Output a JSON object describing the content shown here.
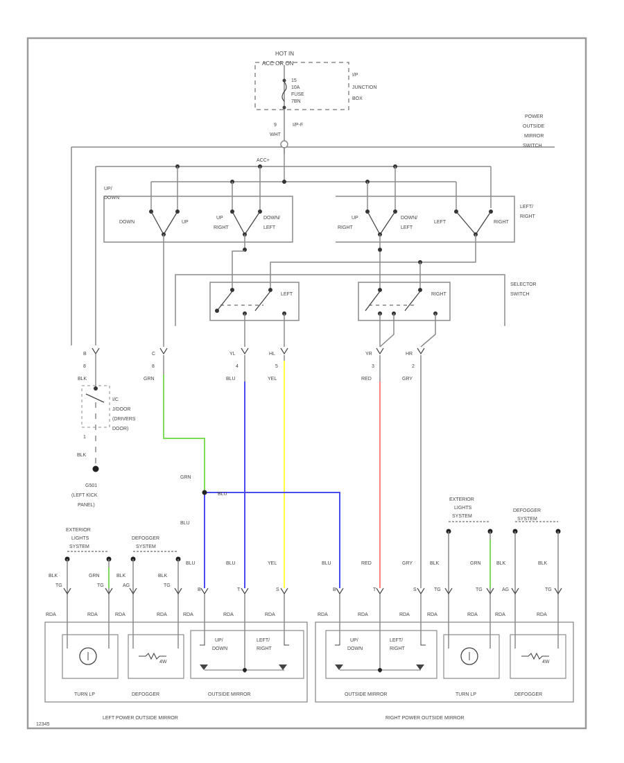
{
  "fuse": {
    "hot_label": "HOT IN",
    "acc_label": "ACC OR ON",
    "fuse_text": [
      "15",
      "10A",
      "FUSE",
      "7BN"
    ],
    "junction_text": [
      "I/P",
      "JUNCTION",
      "BOX"
    ],
    "connector": "I/P-F",
    "wire_pin": "9",
    "wire_color": "WHT"
  },
  "switch_title": [
    "POWER",
    "OUTSIDE",
    "MIRROR",
    "SWITCH"
  ],
  "acc_label": "ACC+",
  "up_down_switch": {
    "connector": "UP/",
    "connector2": "DOWN",
    "labels": [
      "DOWN",
      "UP",
      "UP",
      "RIGHT",
      "DOWN/",
      "LEFT"
    ]
  },
  "left_right_switch": {
    "labels": [
      "UP",
      "RIGHT",
      "DOWN/",
      "LEFT",
      "LEFT",
      "RIGHT",
      "LEFT/",
      "RIGHT"
    ]
  },
  "selector": {
    "title": [
      "SELECTOR",
      "SWITCH"
    ],
    "left": "LEFT",
    "right": "RIGHT"
  },
  "switch_pins": [
    {
      "pin": "B",
      "num": "8",
      "color": "BLK"
    },
    {
      "pin": "C",
      "num": "8",
      "color": "GRN"
    },
    {
      "pin": "YL",
      "num": "4",
      "color": "BLU"
    },
    {
      "pin": "HL",
      "num": "5",
      "color": "YEL"
    },
    {
      "pin": "YR",
      "num": "3",
      "color": "RED"
    },
    {
      "pin": "HR",
      "num": "2",
      "color": "GRY"
    }
  ],
  "door_switch": {
    "lines": [
      "I/C",
      "J/DOOR",
      "(DRIVERS",
      "DOOR)"
    ],
    "pin": "1",
    "color": "BLK"
  },
  "ground": {
    "lines": [
      "G501",
      "(LEFT KICK",
      "PANEL)"
    ]
  },
  "splice": {
    "grn": "GRN",
    "blu": "BLU",
    "blu_right": "BLU"
  },
  "left_feeds": {
    "ext_lights": [
      "EXTERIOR",
      "LIGHTS",
      "SYSTEM"
    ],
    "defogger": [
      "DEFOGGER",
      "SYSTEM"
    ]
  },
  "right_feeds": {
    "ext_lights": [
      "EXTERIOR",
      "LIGHTS",
      "SYSTEM"
    ],
    "defogger": [
      "DEFOGGER",
      "SYSTEM"
    ]
  },
  "left_wires": [
    {
      "color": "BLK",
      "pin": "TG"
    },
    {
      "color": "GRN",
      "pin": "TG"
    },
    {
      "color": "BLK",
      "pin": "AG"
    },
    {
      "color": "BLK",
      "pin": "TG"
    },
    {
      "color": "BLU",
      "pin": "B"
    },
    {
      "color": "BLU",
      "pin": "T"
    },
    {
      "color": "YEL",
      "pin": "S"
    }
  ],
  "right_wires": [
    {
      "color": "BLU",
      "pin": "B"
    },
    {
      "color": "RED",
      "pin": "T"
    },
    {
      "color": "GRY",
      "pin": "S"
    },
    {
      "color": "BLK",
      "pin": "TG"
    },
    {
      "color": "GRN",
      "pin": "TG"
    },
    {
      "color": "BLK",
      "pin": "AG"
    },
    {
      "color": "BLK",
      "pin": "TG"
    }
  ],
  "connector_labels": [
    "RDA",
    "RDA",
    "RDA",
    "RDA",
    "RDA",
    "RDA",
    "RDA"
  ],
  "mirror_left": {
    "up_down": [
      "UP/",
      "DOWN"
    ],
    "left_right": [
      "LEFT/",
      "RIGHT"
    ],
    "names": [
      "TURN LP",
      "DEFOGGER",
      "OUTSIDE MIRROR"
    ],
    "title": "LEFT POWER OUTSIDE MIRROR"
  },
  "mirror_right": {
    "up_down": [
      "UP/",
      "DOWN"
    ],
    "left_right": [
      "LEFT/",
      "RIGHT"
    ],
    "names": [
      "OUTSIDE MIRROR",
      "TURN LP",
      "DEFOGGER"
    ],
    "title": "RIGHT POWER OUTSIDE MIRROR"
  },
  "defogger_symbol": "4W",
  "footer_code": "12345",
  "colors": {
    "line": "#8a8a8a",
    "green_wire": "#7cdc5a",
    "blue_wire": "#4a4af0",
    "yellow_wire": "#ffff40",
    "red_wire": "#ff8080",
    "frame": "#9a9a9a"
  }
}
